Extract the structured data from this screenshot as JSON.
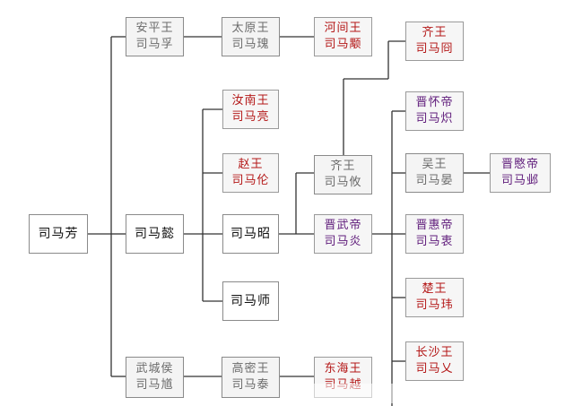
{
  "tree": {
    "root": {
      "title": "",
      "name": "司马芳"
    },
    "anping": {
      "title": "安平王",
      "name": "司马孚"
    },
    "taiyuan": {
      "title": "太原王",
      "name": "司马瑰"
    },
    "hejian": {
      "title": "河间王",
      "name": "司马颙"
    },
    "yi": {
      "title": "",
      "name": "司马懿"
    },
    "runan": {
      "title": "汝南王",
      "name": "司马亮"
    },
    "zhao": {
      "title": "赵王",
      "name": "司马伦"
    },
    "zhaobro": {
      "title": "",
      "name": "司马昭"
    },
    "shi": {
      "title": "",
      "name": "司马师"
    },
    "qi_you": {
      "title": "齐王",
      "name": "司马攸"
    },
    "qi_jiong": {
      "title": "齐王",
      "name": "司马冏"
    },
    "wudi": {
      "title": "晋武帝",
      "name": "司马炎"
    },
    "huaidi": {
      "title": "晋怀帝",
      "name": "司马炽"
    },
    "wu": {
      "title": "吴王",
      "name": "司马晏"
    },
    "mindi": {
      "title": "晋愍帝",
      "name": "司马邺"
    },
    "huidi": {
      "title": "晋惠帝",
      "name": "司马衷"
    },
    "chu": {
      "title": "楚王",
      "name": "司马玮"
    },
    "changsha": {
      "title": "长沙王",
      "name": "司马乂"
    },
    "wucheng": {
      "title": "武城侯",
      "name": "司马馗"
    },
    "gaomi": {
      "title": "高密王",
      "name": "司马泰"
    },
    "donghai": {
      "title": "东海王",
      "name": "司马越"
    }
  },
  "colors": {
    "line": "#333333",
    "gray_text": "#6b6b6b",
    "red_text": "#b41818",
    "purple_text": "#5e1a7a"
  }
}
